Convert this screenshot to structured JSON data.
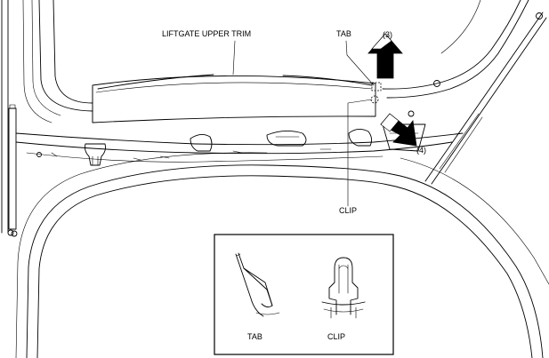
{
  "labels": {
    "liftgate_upper_trim": "LIFTGATE UPPER TRIM",
    "tab": "TAB",
    "clip": "CLIP",
    "step_3": "(3)",
    "step_4": "(4)",
    "detail_tab": "TAB",
    "detail_clip": "CLIP"
  },
  "arrows": {
    "step_3_direction": "up",
    "step_4_direction": "down-right"
  },
  "colors": {
    "line": "#000000",
    "background": "#ffffff",
    "arrow_fill": "#000000",
    "arrow_highlight": "#ffffff"
  }
}
